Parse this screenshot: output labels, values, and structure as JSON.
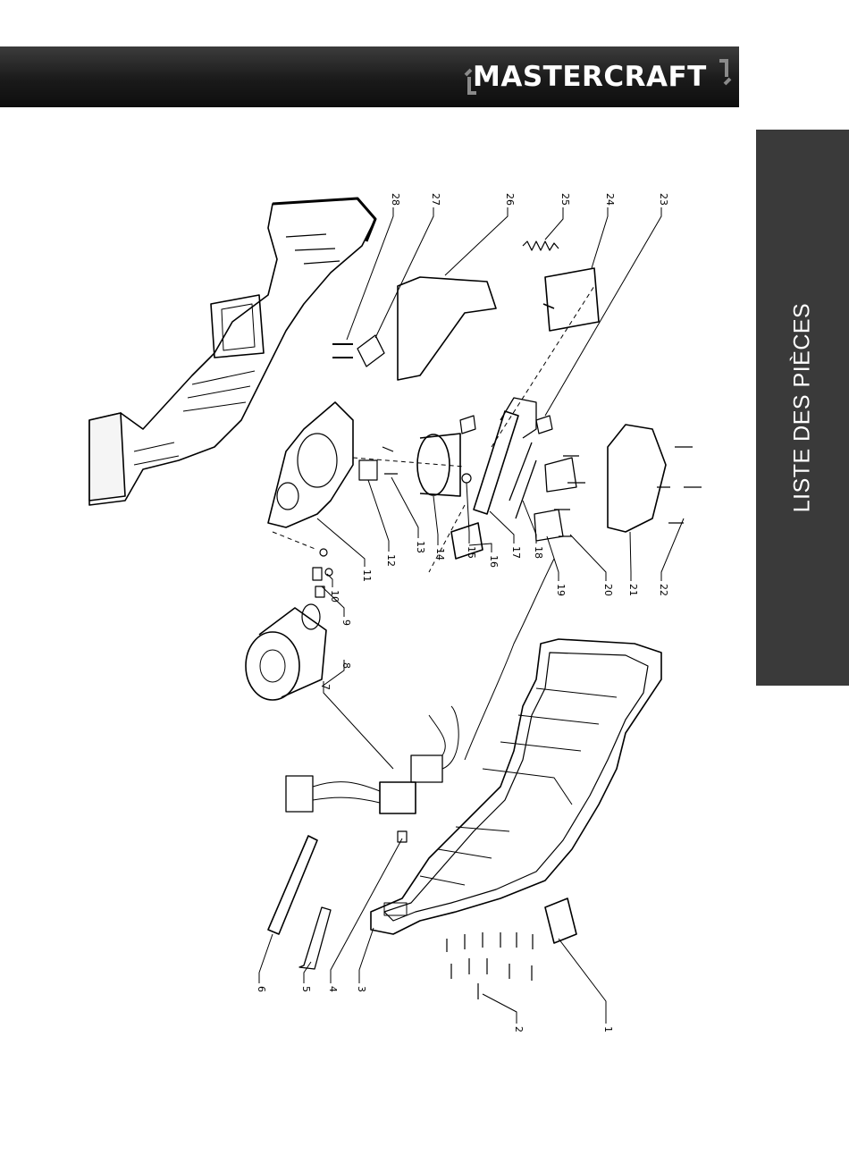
{
  "header": {
    "brand": "MASTERCRAFT",
    "brand_mark": "MC",
    "accent": "#8a8a8a"
  },
  "side_tab": {
    "label": "LISTE DES PIÈCES"
  },
  "diagram": {
    "part_numbers": [
      "1",
      "2",
      "3",
      "4",
      "5",
      "6",
      "7",
      "8",
      "9",
      "10",
      "11",
      "12",
      "13",
      "14",
      "15",
      "16",
      "17",
      "18",
      "19",
      "20",
      "21",
      "22",
      "23",
      "24",
      "25",
      "26",
      "27",
      "28"
    ]
  }
}
